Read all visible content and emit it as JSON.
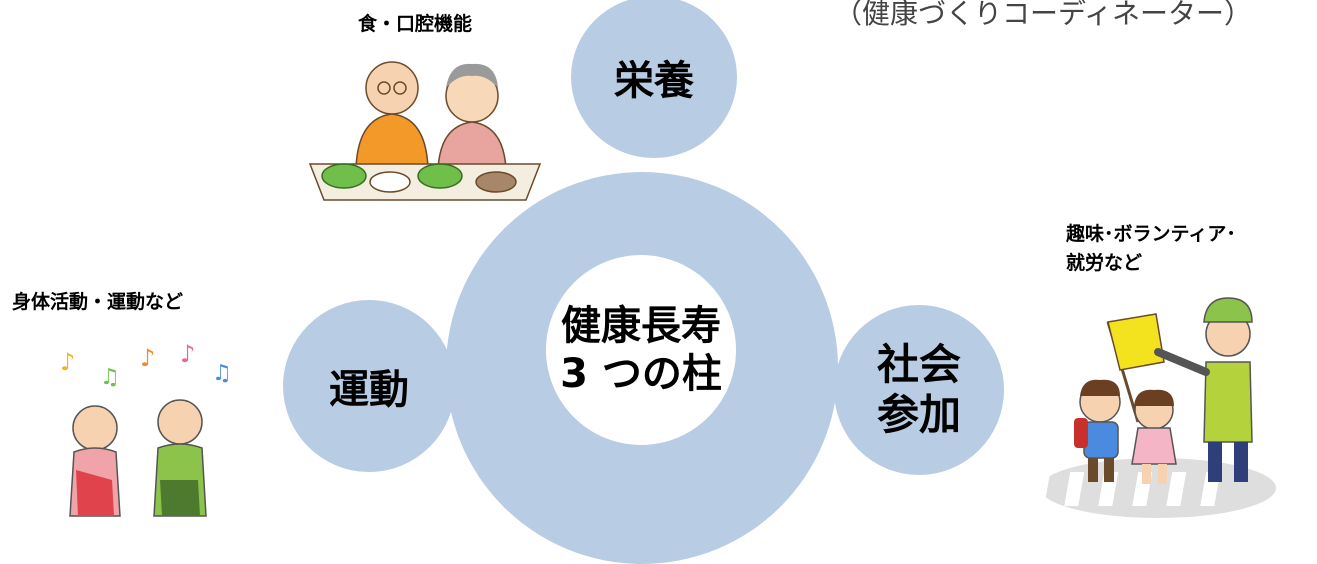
{
  "header_partial_text": "（健康づくりコーディネーター）",
  "center": {
    "line1": "健康長寿",
    "line2": "3 つの柱"
  },
  "pillars": {
    "nutrition": "栄養",
    "exercise": "運動",
    "social_line1": "社会",
    "social_line2": "参加"
  },
  "captions": {
    "food": "食・口腔機能",
    "body": "身体活動・運動など",
    "social_line1": "趣味･ボランティア･",
    "social_line2": "就労など"
  },
  "colors": {
    "circle": "#b8cce4",
    "center_core": "#ffffff"
  },
  "illustrations": {
    "eating": "elderly-couple-eating-illustration",
    "stretch": "elderly-stretching-illustration",
    "crossing": "crossing-guard-children-illustration"
  }
}
